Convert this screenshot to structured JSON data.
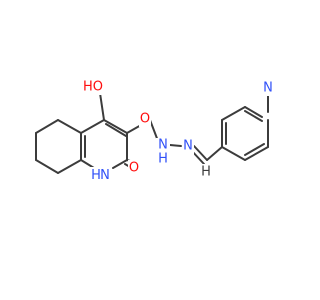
{
  "molecule": {
    "atoms": [
      {
        "id": "hydroxyl",
        "label": "HO",
        "color": "#ff0d0d"
      },
      {
        "id": "amide-oxygen",
        "label": "O",
        "color": "#ff0d0d"
      },
      {
        "id": "hydrazide-nh",
        "label": "N",
        "color": "#3050f8"
      },
      {
        "id": "hydrazide-nh-h",
        "label": "H",
        "color": "#3050f8"
      },
      {
        "id": "imine-n",
        "label": "N",
        "color": "#3050f8"
      },
      {
        "id": "imine-ch-h",
        "label": "H",
        "color": "#3c3c3c"
      },
      {
        "id": "pyridine-n",
        "label": "N",
        "color": "#3050f8"
      },
      {
        "id": "lactam-oxygen",
        "label": "O",
        "color": "#ff0d0d"
      },
      {
        "id": "ring-nh",
        "label": "H\nN",
        "color": "#3050f8"
      }
    ],
    "bond_color": "#3c3c3c"
  }
}
